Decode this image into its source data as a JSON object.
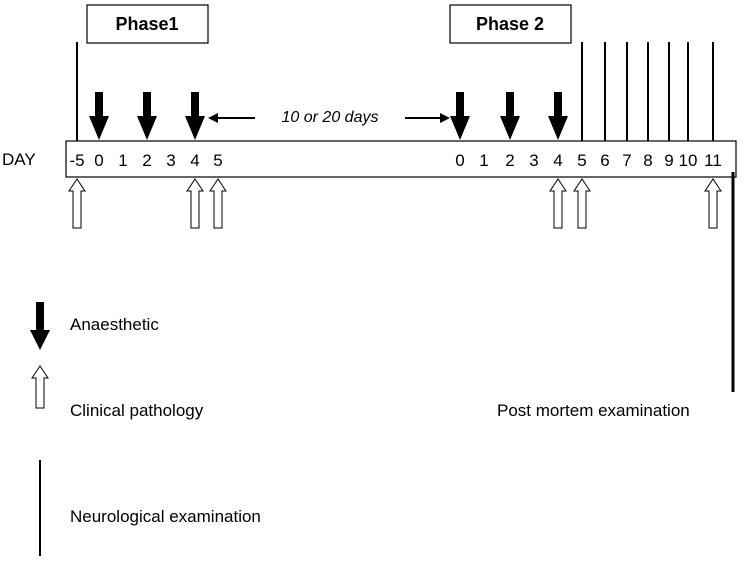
{
  "phases": [
    {
      "label": "Phase1"
    },
    {
      "label": "Phase 2"
    }
  ],
  "interval_label": "10 or 20 days",
  "day_axis_label": "DAY",
  "phase1_days": [
    "-5",
    "0",
    "1",
    "2",
    "3",
    "4",
    "5"
  ],
  "phase2_days": [
    "0",
    "1",
    "2",
    "3",
    "4",
    "5",
    "6",
    "7",
    "8",
    "9",
    "10",
    "11"
  ],
  "events": {
    "anaesthetic": {
      "phase1": [
        "0",
        "2",
        "4"
      ],
      "phase2": [
        "0",
        "2",
        "4"
      ]
    },
    "clinical_pathology": {
      "phase1": [
        "-5",
        "4",
        "5"
      ],
      "phase2": [
        "4",
        "5",
        "11"
      ]
    },
    "neurological_examination": {
      "phase1": [
        "-5"
      ],
      "phase2": [
        "5",
        "6",
        "7",
        "8",
        "9",
        "10",
        "11"
      ]
    },
    "post_mortem": {
      "phase2": [
        "11"
      ]
    }
  },
  "legend": {
    "anaesthetic": "Anaesthetic",
    "clinical_pathology": "Clinical pathology",
    "neurological_examination": "Neurological examination"
  },
  "post_mortem_label": "Post mortem examination",
  "colors": {
    "ink": "#000000",
    "background": "#ffffff"
  }
}
